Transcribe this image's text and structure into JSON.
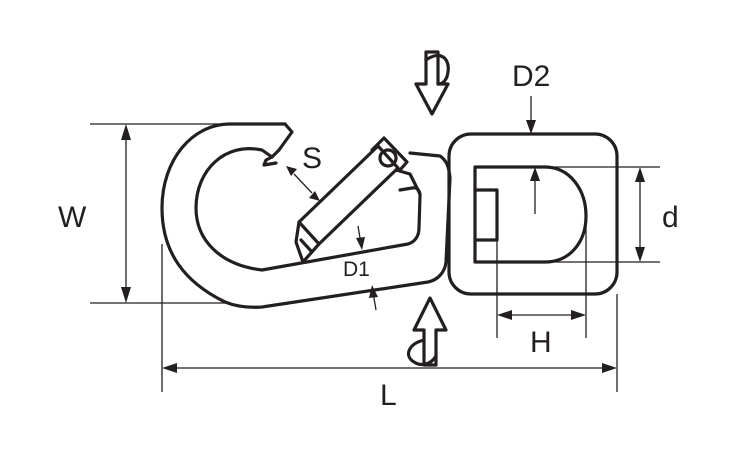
{
  "diagram": {
    "labels": {
      "W": "W",
      "S": "S",
      "D1": "D1",
      "D2": "D2",
      "d": "d",
      "H": "H",
      "L": "L"
    },
    "colors": {
      "ink": "#231f20",
      "background": "#ffffff"
    }
  }
}
